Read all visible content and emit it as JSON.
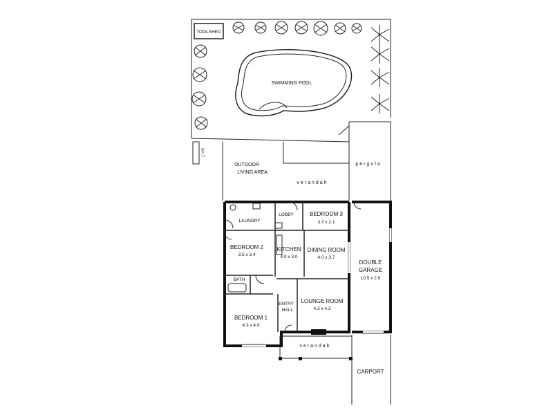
{
  "yard": {
    "toolshed": "TOOLSHED",
    "pool": "SWIMMING POOL",
    "side_label": "B.K.T."
  },
  "outdoor": {
    "living_area_line1": "OUTDOOR",
    "living_area_line2": "LIVING AREA",
    "pergola": "pergola",
    "rear_verandah": "verandah",
    "front_verandah": "verandah",
    "carport": "CARPORT"
  },
  "rooms": {
    "laundry": "LAUNDRY",
    "lobby": "LOBBY",
    "bedroom3": {
      "name": "BEDROOM 3",
      "size": "3.7 x 2.1"
    },
    "bedroom2": {
      "name": "BEDROOM 2",
      "size": "3.5 x 3.4"
    },
    "kitchen": {
      "name": "KITCHEN",
      "size": "4.0 x 3.0"
    },
    "dining": {
      "name": "DINING ROOM",
      "size": "4.0 x 3.7"
    },
    "garage": {
      "name_line1": "DOUBLE",
      "name_line2": "GARAGE",
      "size": "10.5 x 2.9"
    },
    "bath": "BATH",
    "entry_line1": "ENTRY",
    "entry_line2": "HALL",
    "lounge": {
      "name": "LOUNGE ROOM",
      "size": "4.3 x 4.3"
    },
    "bedroom1": {
      "name": "BEDROOM 1",
      "size": "4.3 x 4.0"
    }
  }
}
